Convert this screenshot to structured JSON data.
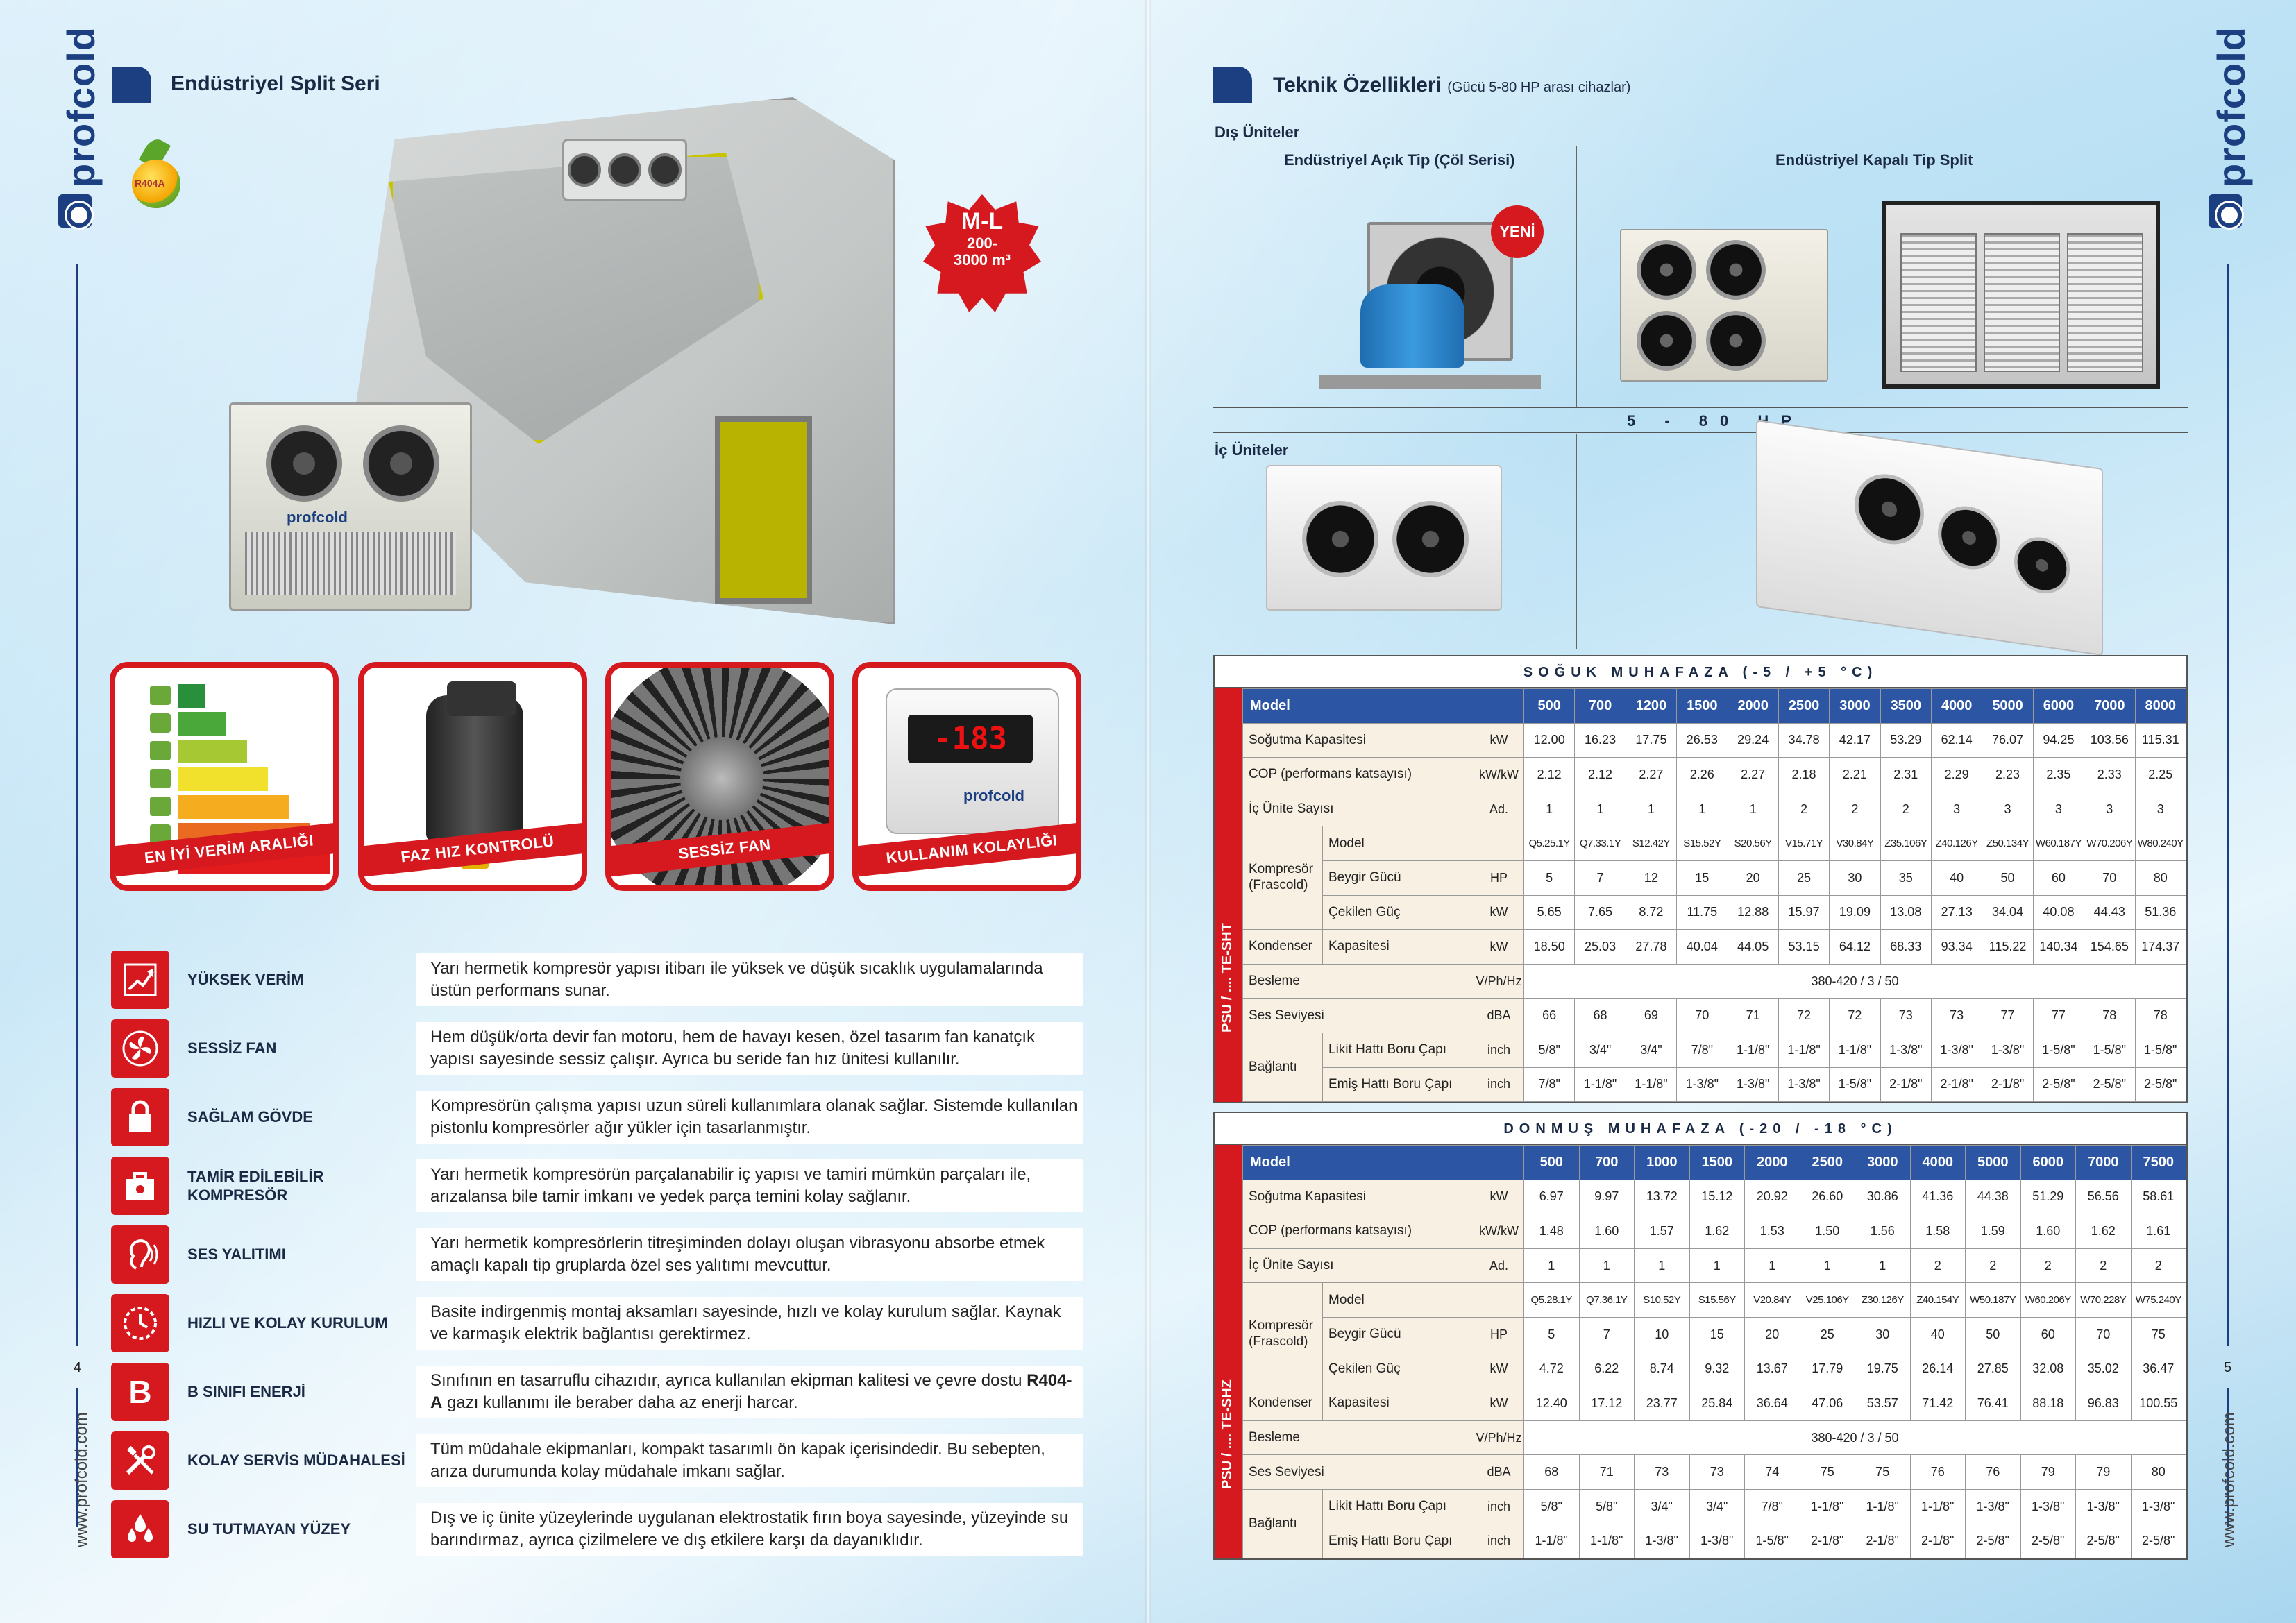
{
  "left": {
    "brand": "profcold",
    "title": "Endüstriyel Split Seri",
    "badge": {
      "line1": "M-L",
      "line2": "200-",
      "line3": "3000 m³"
    },
    "eco_text": "R404A",
    "unit_brand": "profcold",
    "page_number": "4",
    "website": "www.profcold.com",
    "cards": [
      {
        "label": "EN İYİ VERİM ARALIĞI"
      },
      {
        "label": "FAZ HIZ KONTROLÜ"
      },
      {
        "label": "SESSİZ FAN"
      },
      {
        "label": "KULLANIM KOLAYLIĞI",
        "display": "-183",
        "brand": "profcold"
      }
    ],
    "features": [
      {
        "icon": "chart-up-icon",
        "name": "YÜKSEK VERİM",
        "desc": "Yarı hermetik kompresör yapısı itibarı ile yüksek ve düşük sıcaklık uygulamalarında üstün performans sunar."
      },
      {
        "icon": "fan-icon",
        "name": "SESSİZ FAN",
        "desc": "Hem düşük/orta devir fan motoru, hem de havayı kesen, özel tasarım fan kanatçık yapısı sayesinde sessiz çalışır. Ayrıca bu seride fan hız ünitesi kullanılır."
      },
      {
        "icon": "lock-icon",
        "name": "SAĞLAM GÖVDE",
        "desc": "Kompresörün çalışma yapısı uzun süreli kullanımlara olanak sağlar. Sistemde kullanılan pistonlu kompresörler ağır yükler için tasarlanmıştır."
      },
      {
        "icon": "wrench-box-icon",
        "name": "TAMİR EDİLEBİLİR KOMPRESÖR",
        "desc": "Yarı hermetik kompresörün parçalanabilir iç yapısı ve tamiri mümkün parçaları ile, arızalansa bile tamir imkanı ve yedek parça temini kolay sağlanır."
      },
      {
        "icon": "ear-icon",
        "name": "SES YALITIMI",
        "desc": "Yarı hermetik kompresörlerin titreşiminden dolayı oluşan vibrasyonu absorbe etmek amaçlı kapalı tip gruplarda özel ses yalıtımı mevcuttur."
      },
      {
        "icon": "clock-icon",
        "name": "HIZLI VE KOLAY KURULUM",
        "desc": "Basite indirgenmiş montaj aksamları sayesinde, hızlı ve kolay kurulum sağlar. Kaynak ve karmaşık elektrik bağlantısı gerektirmez."
      },
      {
        "icon": "letter-b-icon",
        "icon_text": "B",
        "name": "B SINIFI ENERJİ",
        "desc_a": "Sınıfının en tasarruflu cihazıdır, ayrıca kullanılan ekipman kalitesi ve çevre dostu ",
        "desc_b": "R404-A",
        "desc_c": " gazı kullanımı ile beraber daha az enerji harcar."
      },
      {
        "icon": "tools-icon",
        "name": "KOLAY SERVİS MÜDAHALESİ",
        "desc": "Tüm müdahale ekipmanları, kompakt tasarımlı ön kapak içerisindedir. Bu sebepten, arıza durumunda kolay müdahale imkanı sağlar."
      },
      {
        "icon": "drops-icon",
        "name": "SU TUTMAYAN YÜZEY",
        "desc": "Dış ve iç ünite yüzeylerinde uygulanan elektrostatik fırın boya sayesinde, yüzeyinde su barındırmaz, ayrıca çizilmelere ve dış etkilere karşı da dayanıklıdır."
      }
    ]
  },
  "right": {
    "brand": "profcold",
    "title": "Teknik Özellikleri",
    "title_sub": "(Gücü 5-80 HP arası cihazlar)",
    "dis_uniteler": "Dış Üniteler",
    "col1": "Endüstriyel Açık Tip (Çöl Serisi)",
    "col2": "Endüstriyel Kapalı Tip Split",
    "yeni": "YENİ",
    "hp_range": "5 - 80 HP",
    "ic_uniteler": "İç Üniteler",
    "unit_brand": "profcold",
    "page_number": "5",
    "website": "www.profcold.com",
    "tables": [
      {
        "caption": "SOĞUK MUHAFAZA (-5 / +5 °C)",
        "side": "PSU / .... TE-SHT",
        "models": [
          "500",
          "700",
          "1200",
          "1500",
          "2000",
          "2500",
          "3000",
          "3500",
          "4000",
          "5000",
          "6000",
          "7000",
          "8000"
        ],
        "rows": {
          "model_label": "Model",
          "cap_label": "Soğutma Kapasitesi",
          "cap_unit": "kW",
          "cap": [
            "12.00",
            "16.23",
            "17.75",
            "26.53",
            "29.24",
            "34.78",
            "42.17",
            "53.29",
            "62.14",
            "76.07",
            "94.25",
            "103.56",
            "115.31"
          ],
          "cop_label": "COP (performans katsayısı)",
          "cop_unit": "kW/kW",
          "cop": [
            "2.12",
            "2.12",
            "2.27",
            "2.26",
            "2.27",
            "2.18",
            "2.21",
            "2.31",
            "2.29",
            "2.23",
            "2.35",
            "2.33",
            "2.25"
          ],
          "ic_label": "İç Ünite Sayısı",
          "ic_unit": "Ad.",
          "ic": [
            "1",
            "1",
            "1",
            "1",
            "1",
            "2",
            "2",
            "2",
            "3",
            "3",
            "3",
            "3",
            "3"
          ],
          "komp_label": "Kompresör (Frascold)",
          "kmodel_label": "Model",
          "kmodel": [
            "Q5.25.1Y",
            "Q7.33.1Y",
            "S12.42Y",
            "S15.52Y",
            "S20.56Y",
            "V15.71Y",
            "V30.84Y",
            "Z35.106Y",
            "Z40.126Y",
            "Z50.134Y",
            "W60.187Y",
            "W70.206Y",
            "W80.240Y"
          ],
          "hp_label": "Beygir Gücü",
          "hp_unit": "HP",
          "hp": [
            "5",
            "7",
            "12",
            "15",
            "20",
            "25",
            "30",
            "35",
            "40",
            "50",
            "60",
            "70",
            "80"
          ],
          "pw_label": "Çekilen Güç",
          "pw_unit": "kW",
          "pw": [
            "5.65",
            "7.65",
            "8.72",
            "11.75",
            "12.88",
            "15.97",
            "19.09",
            "13.08",
            "27.13",
            "34.04",
            "40.08",
            "44.43",
            "51.36"
          ],
          "kond_label": "Kondenser",
          "kondcap_label": "Kapasitesi",
          "kond_unit": "kW",
          "kond": [
            "18.50",
            "25.03",
            "27.78",
            "40.04",
            "44.05",
            "53.15",
            "64.12",
            "68.33",
            "93.34",
            "115.22",
            "140.34",
            "154.65",
            "174.37"
          ],
          "bes_label": "Besleme",
          "bes_unit": "V/Ph/Hz",
          "bes": "380-420 / 3 / 50",
          "ses_label": "Ses Seviyesi",
          "ses_unit": "dBA",
          "ses": [
            "66",
            "68",
            "69",
            "70",
            "71",
            "72",
            "72",
            "73",
            "73",
            "77",
            "77",
            "78",
            "78"
          ],
          "bag_label": "Bağlantı",
          "lik_label": "Likit Hattı Boru Çapı",
          "lik_unit": "inch",
          "lik": [
            "5/8\"",
            "3/4\"",
            "3/4\"",
            "7/8\"",
            "1-1/8\"",
            "1-1/8\"",
            "1-1/8\"",
            "1-3/8\"",
            "1-3/8\"",
            "1-3/8\"",
            "1-5/8\"",
            "1-5/8\"",
            "1-5/8\""
          ],
          "emis_label": "Emiş Hattı Boru Çapı",
          "emis_unit": "inch",
          "emis": [
            "7/8\"",
            "1-1/8\"",
            "1-1/8\"",
            "1-3/8\"",
            "1-3/8\"",
            "1-3/8\"",
            "1-5/8\"",
            "2-1/8\"",
            "2-1/8\"",
            "2-1/8\"",
            "2-5/8\"",
            "2-5/8\"",
            "2-5/8\""
          ]
        }
      },
      {
        "caption": "DONMUŞ MUHAFAZA (-20 / -18 °C)",
        "side": "PSU / .... TE-SHZ",
        "models": [
          "500",
          "700",
          "1000",
          "1500",
          "2000",
          "2500",
          "3000",
          "4000",
          "5000",
          "6000",
          "7000",
          "7500"
        ],
        "rows": {
          "model_label": "Model",
          "cap_label": "Soğutma Kapasitesi",
          "cap_unit": "kW",
          "cap": [
            "6.97",
            "9.97",
            "13.72",
            "15.12",
            "20.92",
            "26.60",
            "30.86",
            "41.36",
            "44.38",
            "51.29",
            "56.56",
            "58.61"
          ],
          "cop_label": "COP (performans katsayısı)",
          "cop_unit": "kW/kW",
          "cop": [
            "1.48",
            "1.60",
            "1.57",
            "1.62",
            "1.53",
            "1.50",
            "1.56",
            "1.58",
            "1.59",
            "1.60",
            "1.62",
            "1.61"
          ],
          "ic_label": "İç Ünite Sayısı",
          "ic_unit": "Ad.",
          "ic": [
            "1",
            "1",
            "1",
            "1",
            "1",
            "1",
            "1",
            "2",
            "2",
            "2",
            "2",
            "2"
          ],
          "komp_label": "Kompresör (Frascold)",
          "kmodel_label": "Model",
          "kmodel": [
            "Q5.28.1Y",
            "Q7.36.1Y",
            "S10.52Y",
            "S15.56Y",
            "V20.84Y",
            "V25.106Y",
            "Z30.126Y",
            "Z40.154Y",
            "W50.187Y",
            "W60.206Y",
            "W70.228Y",
            "W75.240Y"
          ],
          "hp_label": "Beygir Gücü",
          "hp_unit": "HP",
          "hp": [
            "5",
            "7",
            "10",
            "15",
            "20",
            "25",
            "30",
            "40",
            "50",
            "60",
            "70",
            "75"
          ],
          "pw_label": "Çekilen Güç",
          "pw_unit": "kW",
          "pw": [
            "4.72",
            "6.22",
            "8.74",
            "9.32",
            "13.67",
            "17.79",
            "19.75",
            "26.14",
            "27.85",
            "32.08",
            "35.02",
            "36.47"
          ],
          "kond_label": "Kondenser",
          "kondcap_label": "Kapasitesi",
          "kond_unit": "kW",
          "kond": [
            "12.40",
            "17.12",
            "23.77",
            "25.84",
            "36.64",
            "47.06",
            "53.57",
            "71.42",
            "76.41",
            "88.18",
            "96.83",
            "100.55"
          ],
          "bes_label": "Besleme",
          "bes_unit": "V/Ph/Hz",
          "bes": "380-420 / 3 / 50",
          "ses_label": "Ses Seviyesi",
          "ses_unit": "dBA",
          "ses": [
            "68",
            "71",
            "73",
            "73",
            "74",
            "75",
            "75",
            "76",
            "76",
            "79",
            "79",
            "80"
          ],
          "bag_label": "Bağlantı",
          "lik_label": "Likit Hattı Boru Çapı",
          "lik_unit": "inch",
          "lik": [
            "5/8\"",
            "5/8\"",
            "3/4\"",
            "3/4\"",
            "7/8\"",
            "1-1/8\"",
            "1-1/8\"",
            "1-1/8\"",
            "1-3/8\"",
            "1-3/8\"",
            "1-3/8\"",
            "1-3/8\""
          ],
          "emis_label": "Emiş Hattı Boru Çapı",
          "emis_unit": "inch",
          "emis": [
            "1-1/8\"",
            "1-1/8\"",
            "1-3/8\"",
            "1-3/8\"",
            "1-5/8\"",
            "2-1/8\"",
            "2-1/8\"",
            "2-1/8\"",
            "2-5/8\"",
            "2-5/8\"",
            "2-5/8\"",
            "2-5/8\""
          ]
        }
      }
    ]
  },
  "colors": {
    "brand_blue": "#1b3f80",
    "accent_red": "#d5191f",
    "header_blue": "#2c56a4",
    "label_cream": "#f8f1e3"
  }
}
